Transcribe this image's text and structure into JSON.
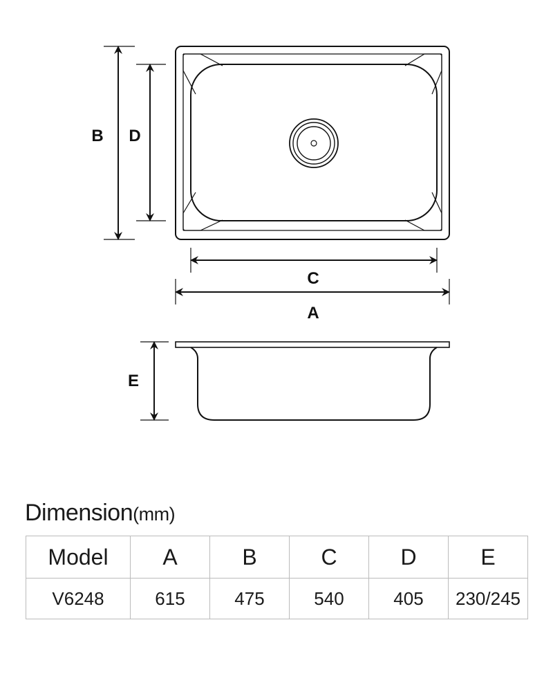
{
  "diagram": {
    "labels": {
      "A": "A",
      "B": "B",
      "C": "C",
      "D": "D",
      "E": "E"
    }
  },
  "table": {
    "title": "Dimension",
    "unit": "(mm)",
    "headers": [
      "Model",
      "A",
      "B",
      "C",
      "D",
      "E"
    ],
    "rows": [
      [
        "V6248",
        "615",
        "475",
        "540",
        "405",
        "230/245"
      ]
    ]
  }
}
